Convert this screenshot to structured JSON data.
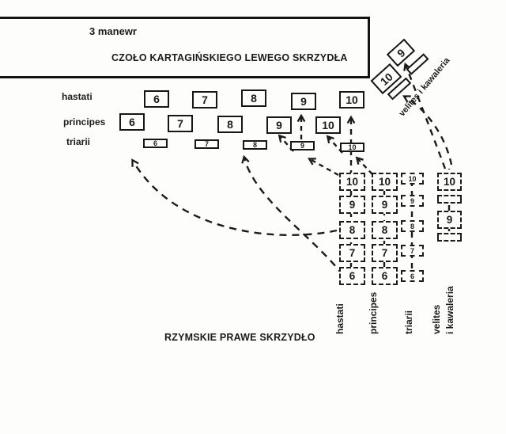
{
  "colors": {
    "ink": "#1b1b1b",
    "paper": "#fdfdfb"
  },
  "header": {
    "maneuver_label": "3 manewr",
    "title": "CZOŁO KARTAGIŃSKIEGO LEWEGO SKRZYDŁA"
  },
  "left_formation": {
    "rows": [
      {
        "label": "hastati",
        "units": [
          "6",
          "7",
          "8",
          "9",
          "10"
        ]
      },
      {
        "label": "principes",
        "units": [
          "6",
          "7",
          "8",
          "9",
          "10"
        ]
      },
      {
        "label": "triarii",
        "units": [
          "6",
          "7",
          "8",
          "9",
          "10"
        ]
      }
    ]
  },
  "flank_group": {
    "label": "velites i kawaleria",
    "units": [
      "9",
      "10"
    ]
  },
  "right_wing": {
    "caption": "RZYMSKIE PRAWE SKRZYDŁO",
    "columns": [
      {
        "label": "hastati",
        "units": [
          "10",
          "9",
          "8",
          "7",
          "6"
        ]
      },
      {
        "label": "principes",
        "units": [
          "10",
          "9",
          "8",
          "7",
          "6"
        ]
      },
      {
        "label": "triarii",
        "units": [
          "10",
          "9",
          "8",
          "7",
          "6"
        ]
      },
      {
        "label": "velites",
        "label2": "i kawaleria",
        "units": [
          "10",
          "9"
        ]
      }
    ]
  }
}
